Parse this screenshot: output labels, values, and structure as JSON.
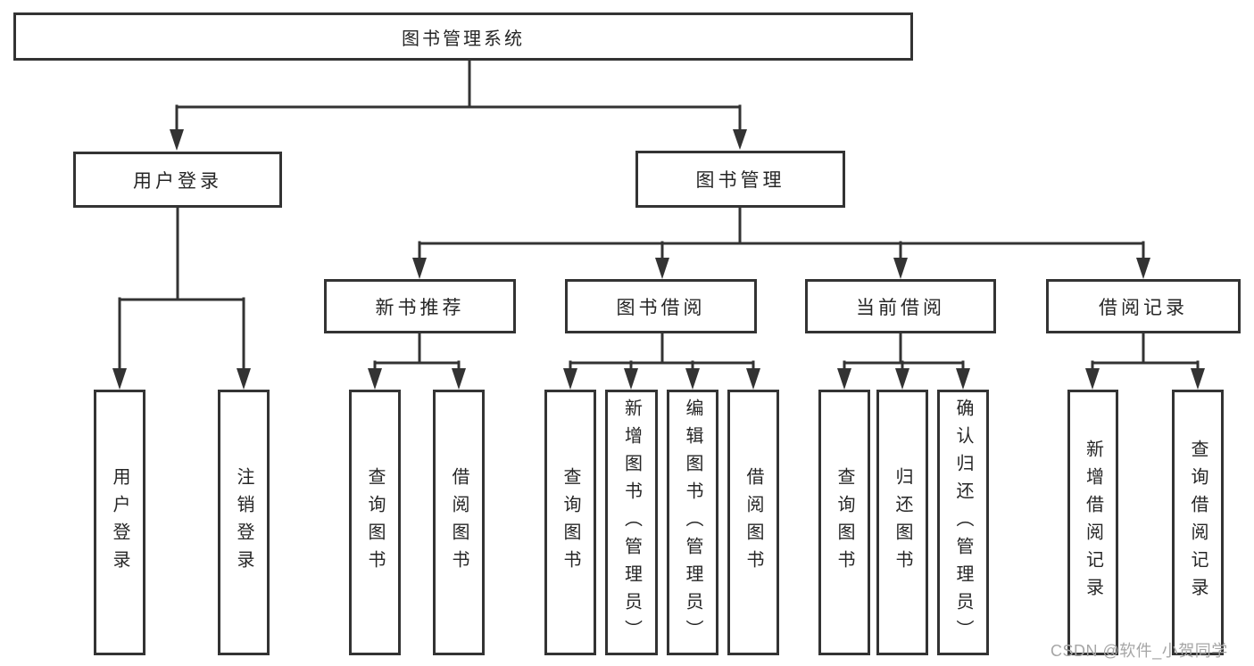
{
  "nodes": {
    "root": "图书管理系统",
    "user_login": "用户登录",
    "book_management": "图书管理",
    "new_book_recommend": "新书推荐",
    "book_borrowing": "图书借阅",
    "current_borrowing": "当前借阅",
    "borrowing_records": "借阅记录"
  },
  "leaves": {
    "user_login": "用户登录",
    "logout_login": "注销登录",
    "nb_query_books": "查询图书",
    "nb_borrow_books": "借阅图书",
    "bb_query_books": "查询图书",
    "bb_add_books": "新增图书（管理员）",
    "bb_edit_books": "编辑图书（管理员）",
    "bb_borrow_books": "借阅图书",
    "cb_query_books": "查询图书",
    "cb_return_books": "归还图书",
    "cb_confirm_return": "确认归还（管理员）",
    "br_add_record": "新增借阅记录",
    "br_query_record": "查询借阅记录"
  },
  "watermark": "CSDN @软件_小贺同学",
  "colors": {
    "line": "#333333",
    "text": "#262626",
    "background": "#ffffff",
    "watermark": "#a6a6a6"
  }
}
